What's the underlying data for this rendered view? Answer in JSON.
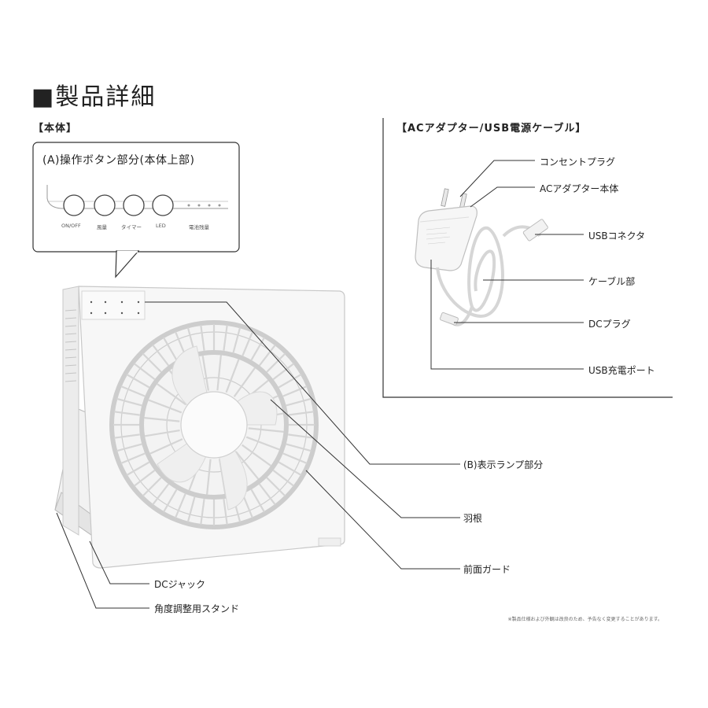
{
  "page": {
    "title": "■製品詳細",
    "body_section": "【本体】",
    "adapter_section": "【ACアダプター/USB電源ケーブル】",
    "note": "※製品仕様および外観は改良のため、予告なく変更することがあります。"
  },
  "panel": {
    "caption": "(A)操作ボタン部分(本体上部)",
    "buttons": [
      {
        "label": "ON/OFF"
      },
      {
        "label": "風量"
      },
      {
        "label": "タイマー"
      },
      {
        "label": "LED"
      },
      {
        "label": "電池残量"
      }
    ]
  },
  "body_labels": {
    "lamp": "(B)表示ランプ部分",
    "blade": "羽根",
    "guard": "前面ガード",
    "dc_jack": "DCジャック",
    "stand": "角度調整用スタンド"
  },
  "adapter_labels": {
    "plug": "コンセントプラグ",
    "adapter": "ACアダプター本体",
    "usb_connector": "USBコネクタ",
    "cable": "ケーブル部",
    "dc_plug": "DCプラグ",
    "usb_port": "USB充電ポート"
  }
}
